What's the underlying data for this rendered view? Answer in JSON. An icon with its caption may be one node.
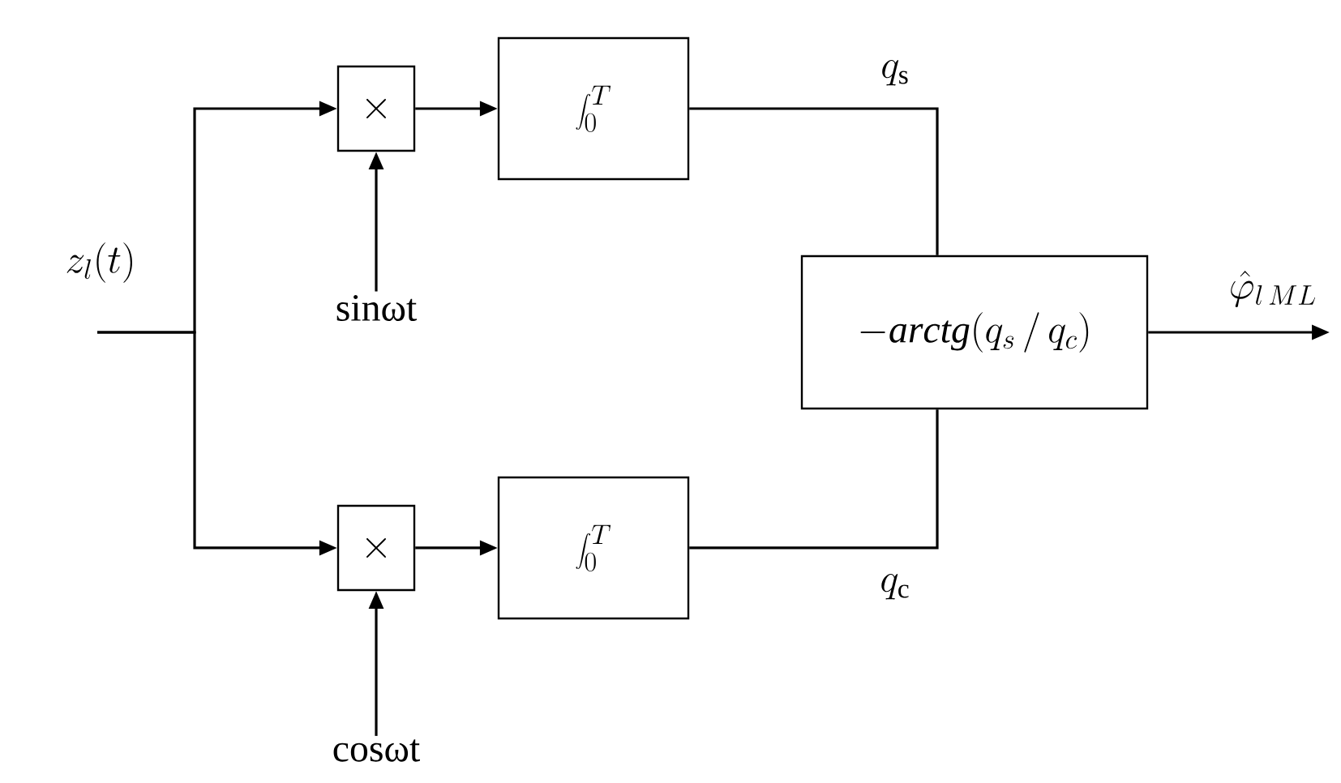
{
  "diagram": {
    "nodes": [
      {
        "text": [
          "\\times"
        ]
      },
      {
        "text": [
          "\\int_0^T"
        ]
      },
      {
        "text": [
          "\\times"
        ]
      },
      {
        "text": [
          "\\int_0^T"
        ]
      },
      {
        "text": [
          "-\\mathit{arctg}(q_s\\,/\\,q_c)"
        ]
      },
      {
        "text": [
          "sinωt"
        ]
      },
      {
        "text": [
          "cosωt"
        ]
      }
    ],
    "edges": [
      {
        "from": null,
        "to": 0,
        "arrow": "to"
      },
      {
        "from": null,
        "to": 2,
        "arrow": "to"
      },
      {
        "from": 5,
        "to": 0,
        "arrow": "to"
      },
      {
        "from": 6,
        "to": 2,
        "arrow": "to"
      },
      {
        "from": 0,
        "to": 1,
        "arrow": "to"
      },
      {
        "from": 2,
        "to": 3,
        "arrow": "to"
      },
      {
        "from": 1,
        "to": 4,
        "arrow": "none",
        "label": "q_{\\mathrm{s}}"
      },
      {
        "from": 3,
        "to": 4,
        "arrow": "none",
        "label": "q_{\\mathrm{c}}"
      },
      {
        "from": 4,
        "to": null,
        "arrow": "to",
        "label": "\\hat{\\varphi}_{l\\,ML}"
      }
    ],
    "labels": [
      "z_{l}(t)"
    ]
  }
}
